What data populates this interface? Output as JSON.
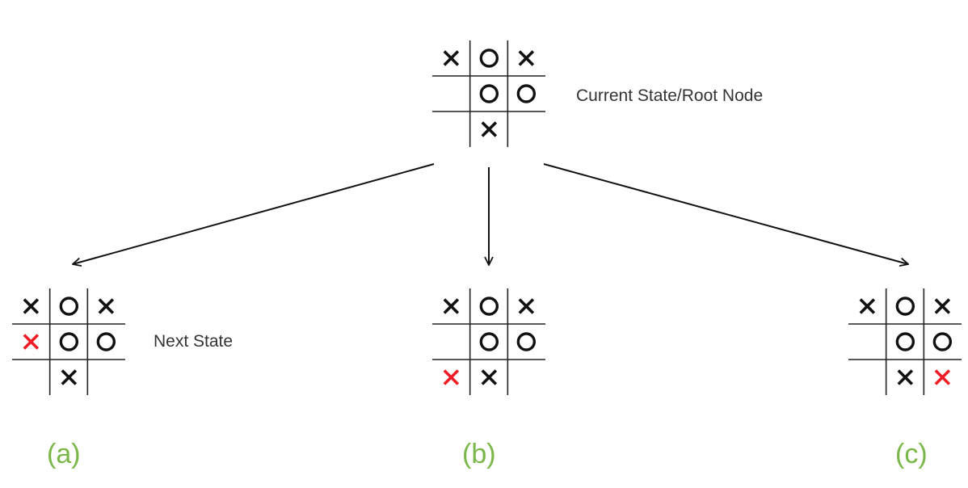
{
  "colors": {
    "ink": "#111111",
    "highlight": "#ee1c24",
    "branch_label": "#7ab648",
    "grid": "#222222"
  },
  "root": {
    "label": "Current State/Root Node",
    "cells": [
      "X",
      "O",
      "X",
      "",
      "O",
      "O",
      "",
      "X",
      ""
    ]
  },
  "children": [
    {
      "id": "a",
      "tag": "(a)",
      "label": "Next State",
      "cells": [
        "X",
        "O",
        "X",
        "X",
        "O",
        "O",
        "",
        "X",
        ""
      ],
      "new_move": 3
    },
    {
      "id": "b",
      "tag": "(b)",
      "label": "",
      "cells": [
        "X",
        "O",
        "X",
        "",
        "O",
        "O",
        "X",
        "X",
        ""
      ],
      "new_move": 6
    },
    {
      "id": "c",
      "tag": "(c)",
      "label": "",
      "cells": [
        "X",
        "O",
        "X",
        "",
        "O",
        "O",
        "",
        "X",
        "X"
      ],
      "new_move": 8
    }
  ]
}
